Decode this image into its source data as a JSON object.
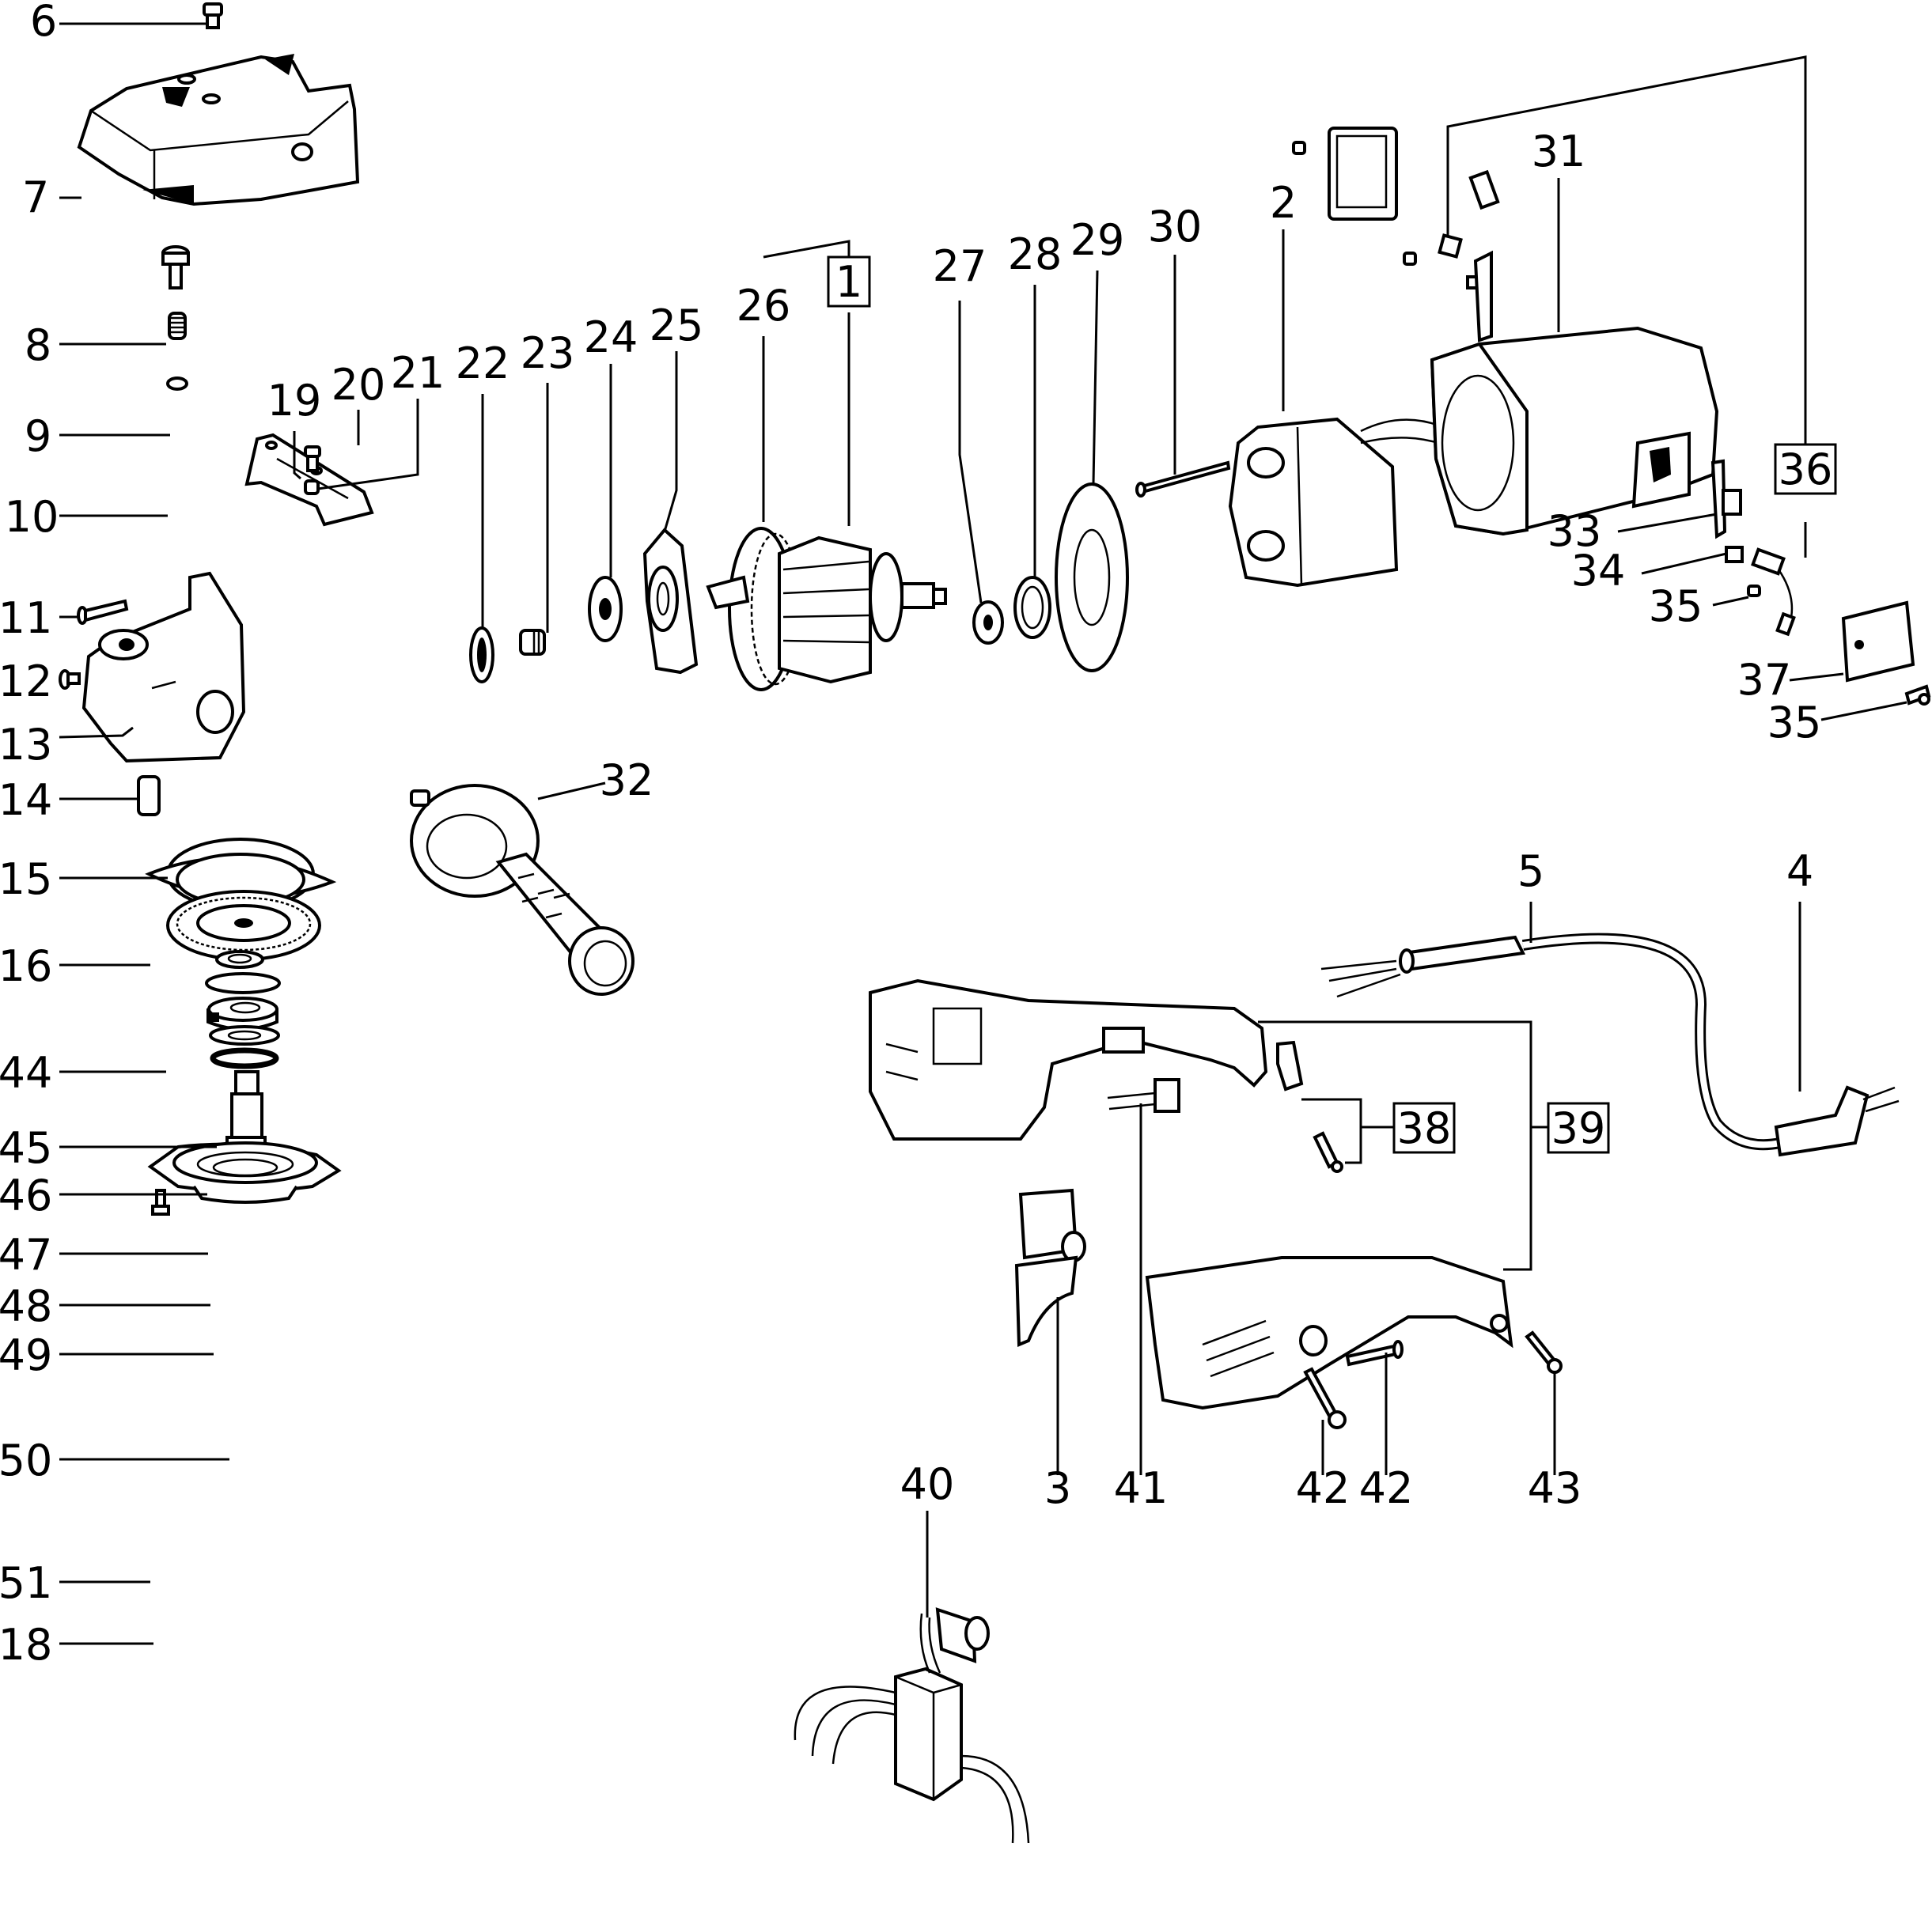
{
  "diagram": {
    "title": "Angle grinder exploded parts view",
    "background": "#ffffff",
    "ink": "#000000",
    "callouts": [
      {
        "id": "6",
        "label": "6",
        "boxed": false
      },
      {
        "id": "7",
        "label": "7",
        "boxed": false
      },
      {
        "id": "8",
        "label": "8",
        "boxed": false
      },
      {
        "id": "9",
        "label": "9",
        "boxed": false
      },
      {
        "id": "10",
        "label": "10",
        "boxed": false
      },
      {
        "id": "11",
        "label": "11",
        "boxed": false
      },
      {
        "id": "12",
        "label": "12",
        "boxed": false
      },
      {
        "id": "13",
        "label": "13",
        "boxed": false
      },
      {
        "id": "14",
        "label": "14",
        "boxed": false
      },
      {
        "id": "15",
        "label": "15",
        "boxed": false
      },
      {
        "id": "16",
        "label": "16",
        "boxed": false
      },
      {
        "id": "44",
        "label": "44",
        "boxed": false
      },
      {
        "id": "45",
        "label": "45",
        "boxed": false
      },
      {
        "id": "46",
        "label": "46",
        "boxed": false
      },
      {
        "id": "47",
        "label": "47",
        "boxed": false
      },
      {
        "id": "48",
        "label": "48",
        "boxed": false
      },
      {
        "id": "49",
        "label": "49",
        "boxed": false
      },
      {
        "id": "50",
        "label": "50",
        "boxed": false
      },
      {
        "id": "51",
        "label": "51",
        "boxed": false
      },
      {
        "id": "18",
        "label": "18",
        "boxed": false
      },
      {
        "id": "19",
        "label": "19",
        "boxed": false
      },
      {
        "id": "20",
        "label": "20",
        "boxed": false
      },
      {
        "id": "21",
        "label": "21",
        "boxed": false
      },
      {
        "id": "22",
        "label": "22",
        "boxed": false
      },
      {
        "id": "23",
        "label": "23",
        "boxed": false
      },
      {
        "id": "24",
        "label": "24",
        "boxed": false
      },
      {
        "id": "25",
        "label": "25",
        "boxed": false
      },
      {
        "id": "26",
        "label": "26",
        "boxed": false
      },
      {
        "id": "1",
        "label": "1",
        "boxed": true
      },
      {
        "id": "27",
        "label": "27",
        "boxed": false
      },
      {
        "id": "28",
        "label": "28",
        "boxed": false
      },
      {
        "id": "29",
        "label": "29",
        "boxed": false
      },
      {
        "id": "30",
        "label": "30",
        "boxed": false
      },
      {
        "id": "2",
        "label": "2",
        "boxed": false
      },
      {
        "id": "31",
        "label": "31",
        "boxed": false
      },
      {
        "id": "36",
        "label": "36",
        "boxed": true
      },
      {
        "id": "33",
        "label": "33",
        "boxed": false
      },
      {
        "id": "34",
        "label": "34",
        "boxed": false
      },
      {
        "id": "35a",
        "label": "35",
        "boxed": false
      },
      {
        "id": "37",
        "label": "37",
        "boxed": false
      },
      {
        "id": "35b",
        "label": "35",
        "boxed": false
      },
      {
        "id": "32",
        "label": "32",
        "boxed": false
      },
      {
        "id": "5",
        "label": "5",
        "boxed": false
      },
      {
        "id": "4",
        "label": "4",
        "boxed": false
      },
      {
        "id": "38",
        "label": "38",
        "boxed": true
      },
      {
        "id": "39",
        "label": "39",
        "boxed": true
      },
      {
        "id": "3",
        "label": "3",
        "boxed": false
      },
      {
        "id": "41",
        "label": "41",
        "boxed": false
      },
      {
        "id": "42a",
        "label": "42",
        "boxed": false
      },
      {
        "id": "42b",
        "label": "42",
        "boxed": false
      },
      {
        "id": "43",
        "label": "43",
        "boxed": false
      },
      {
        "id": "40",
        "label": "40",
        "boxed": false
      }
    ],
    "parts": [
      {
        "id": "6",
        "name": "screw"
      },
      {
        "id": "7",
        "name": "gear-housing-cover"
      },
      {
        "id": "8",
        "name": "spindle-lock-button"
      },
      {
        "id": "9",
        "name": "spring"
      },
      {
        "id": "10",
        "name": "o-ring"
      },
      {
        "id": "11",
        "name": "screw"
      },
      {
        "id": "12",
        "name": "screw"
      },
      {
        "id": "13",
        "name": "gear-housing"
      },
      {
        "id": "14",
        "name": "needle-bearing"
      },
      {
        "id": "15",
        "name": "seal-ring"
      },
      {
        "id": "16",
        "name": "gasket"
      },
      {
        "id": "44",
        "name": "bevel-gear"
      },
      {
        "id": "45",
        "name": "washer"
      },
      {
        "id": "46",
        "name": "retaining-ring"
      },
      {
        "id": "47",
        "name": "ball-bearing"
      },
      {
        "id": "48",
        "name": "washer"
      },
      {
        "id": "49",
        "name": "shaft-seal"
      },
      {
        "id": "50",
        "name": "spindle"
      },
      {
        "id": "51",
        "name": "bearing-flange"
      },
      {
        "id": "18",
        "name": "screw"
      },
      {
        "id": "19",
        "name": "clamp"
      },
      {
        "id": "20",
        "name": "screw"
      },
      {
        "id": "21",
        "name": "sleeve"
      },
      {
        "id": "22",
        "name": "bearing"
      },
      {
        "id": "23",
        "name": "pinion-nut"
      },
      {
        "id": "24",
        "name": "ball-bearing"
      },
      {
        "id": "25",
        "name": "bearing-plate"
      },
      {
        "id": "26",
        "name": "fan"
      },
      {
        "id": "1",
        "name": "armature"
      },
      {
        "id": "27",
        "name": "ball-bearing"
      },
      {
        "id": "28",
        "name": "bearing-sleeve"
      },
      {
        "id": "29",
        "name": "air-guide-ring"
      },
      {
        "id": "30",
        "name": "screw"
      },
      {
        "id": "2",
        "name": "stator"
      },
      {
        "id": "31",
        "name": "motor-housing"
      },
      {
        "id": "36",
        "name": "carbon-brush-set"
      },
      {
        "id": "33",
        "name": "brush-holder"
      },
      {
        "id": "34",
        "name": "nut"
      },
      {
        "id": "35",
        "name": "screw"
      },
      {
        "id": "37",
        "name": "brush-cover"
      },
      {
        "id": "32",
        "name": "side-handle"
      },
      {
        "id": "5",
        "name": "cable-sleeve"
      },
      {
        "id": "4",
        "name": "power-cord"
      },
      {
        "id": "38",
        "name": "cable-clamp-set"
      },
      {
        "id": "39",
        "name": "handle-shell-set"
      },
      {
        "id": "3",
        "name": "switch"
      },
      {
        "id": "41",
        "name": "suppressor"
      },
      {
        "id": "42",
        "name": "screw"
      },
      {
        "id": "43",
        "name": "screw"
      },
      {
        "id": "40",
        "name": "electronics-module"
      }
    ]
  }
}
